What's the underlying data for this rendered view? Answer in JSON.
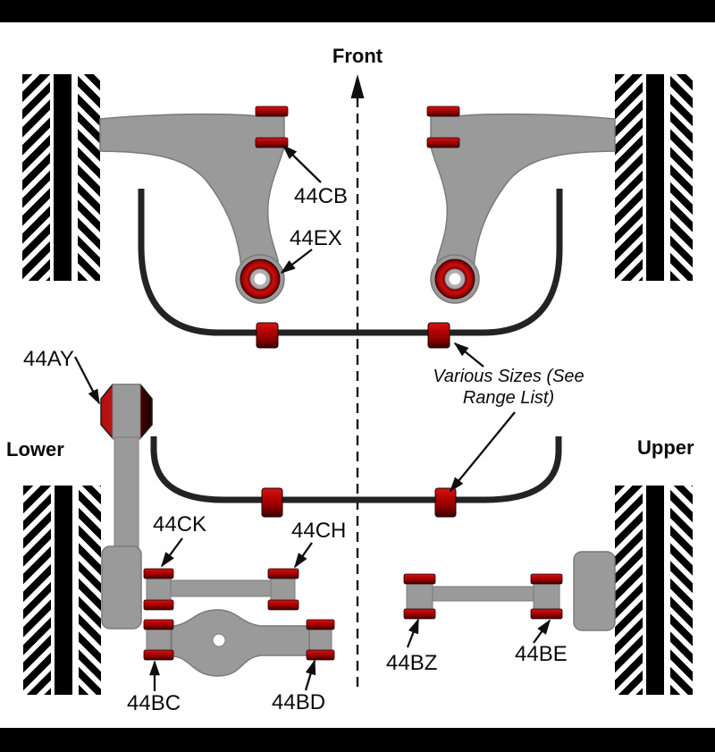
{
  "diagram": {
    "front_label": "Front",
    "left_side_label": "Lower",
    "right_side_label": "Upper",
    "note": {
      "line1": "Various Sizes (See",
      "line2": "Range List)"
    },
    "part_labels": {
      "cb": "44CB",
      "ex": "44EX",
      "ay": "44AY",
      "ck": "44CK",
      "ch": "44CH",
      "bc": "44BC",
      "bd": "44BD",
      "bz": "44BZ",
      "be": "44BE"
    },
    "colors": {
      "background": "#ffffff",
      "frame": "#000000",
      "metal_gray": "#9a9a9a",
      "bushing_red": "#c41414",
      "bushing_dark_red": "#5a0000",
      "anti_roll_bar": "#232323",
      "text": "#0a0a0a"
    }
  }
}
